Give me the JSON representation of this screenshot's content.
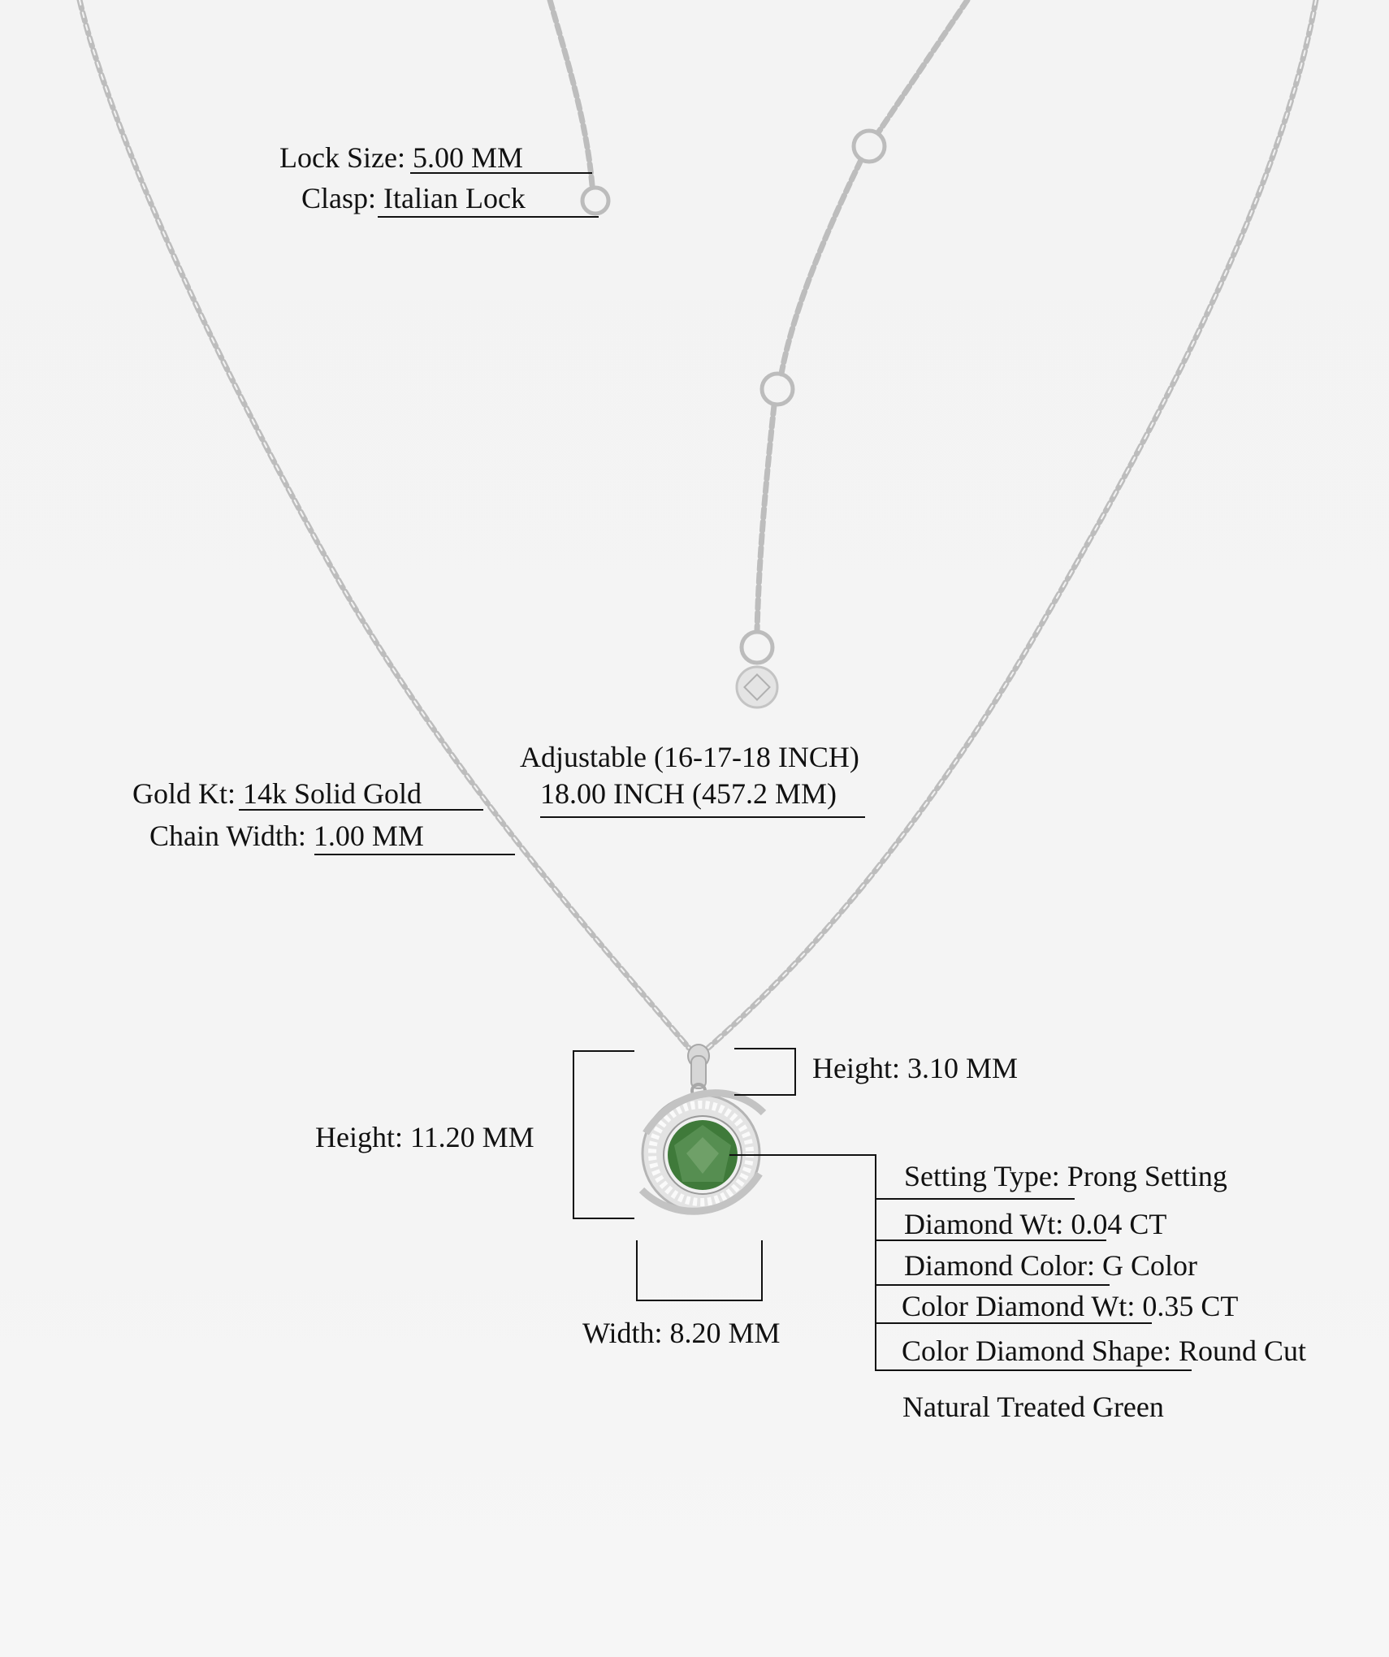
{
  "clasp": {
    "lock_size_label": "Lock Size:",
    "lock_size_value": "5.00 MM",
    "clasp_label": "Clasp:",
    "clasp_value": "Italian Lock"
  },
  "length": {
    "adjustable": "Adjustable (16-17-18 INCH)",
    "length": "18.00 INCH (457.2 MM)"
  },
  "chain": {
    "gold_kt_label": "Gold Kt:",
    "gold_kt_value": "14k Solid Gold",
    "chain_width_label": "Chain Width:",
    "chain_width_value": "1.00 MM"
  },
  "pendant": {
    "height_total": "Height: 11.20 MM",
    "height_bail": "Height: 3.10 MM",
    "width": "Width: 8.20 MM"
  },
  "specs": [
    {
      "label": "Setting Type:",
      "value": "Prong Setting"
    },
    {
      "label": "Diamond Wt:",
      "value": "0.04 CT"
    },
    {
      "label": "Diamond Color:",
      "value": "G Color"
    },
    {
      "label": "Color Diamond Wt:",
      "value": "0.35 CT"
    },
    {
      "label": "Color Diamond Shape:",
      "value": "Round Cut"
    }
  ],
  "stone_note": "Natural Treated Green",
  "colors": {
    "metal": "#c9c9c9",
    "gem": "#3f7a3a",
    "text": "#111111"
  }
}
